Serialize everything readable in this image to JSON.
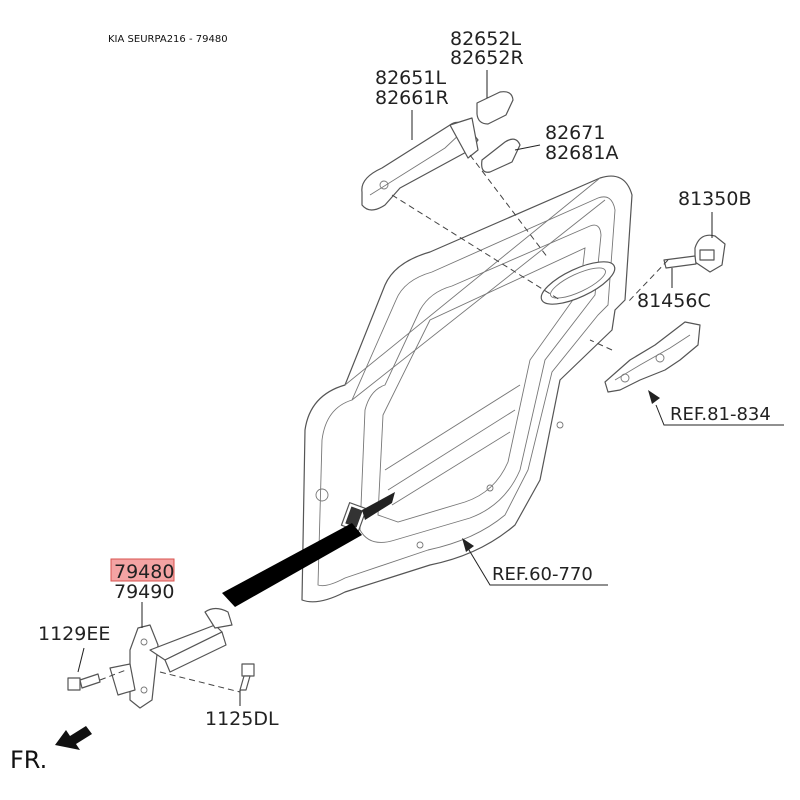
{
  "header": {
    "title": "KIA SEURPA216 - 79480"
  },
  "labels": {
    "p82652": "82652L",
    "p82652r": "82652R",
    "p82651": "82651L",
    "p82661": "82661R",
    "p82671": "82671",
    "p82681": "82681A",
    "p81350": "81350B",
    "p81456": "81456C",
    "ref81": "REF.81-834",
    "ref60": "REF.60-770",
    "p79480": "79480",
    "p79490": "79490",
    "p1129": "1129EE",
    "p1125": "1125DL",
    "fr": "FR."
  },
  "colors": {
    "highlight_fill": "#f4a3a3",
    "highlight_stroke": "#d9534f",
    "line": "#555555"
  }
}
